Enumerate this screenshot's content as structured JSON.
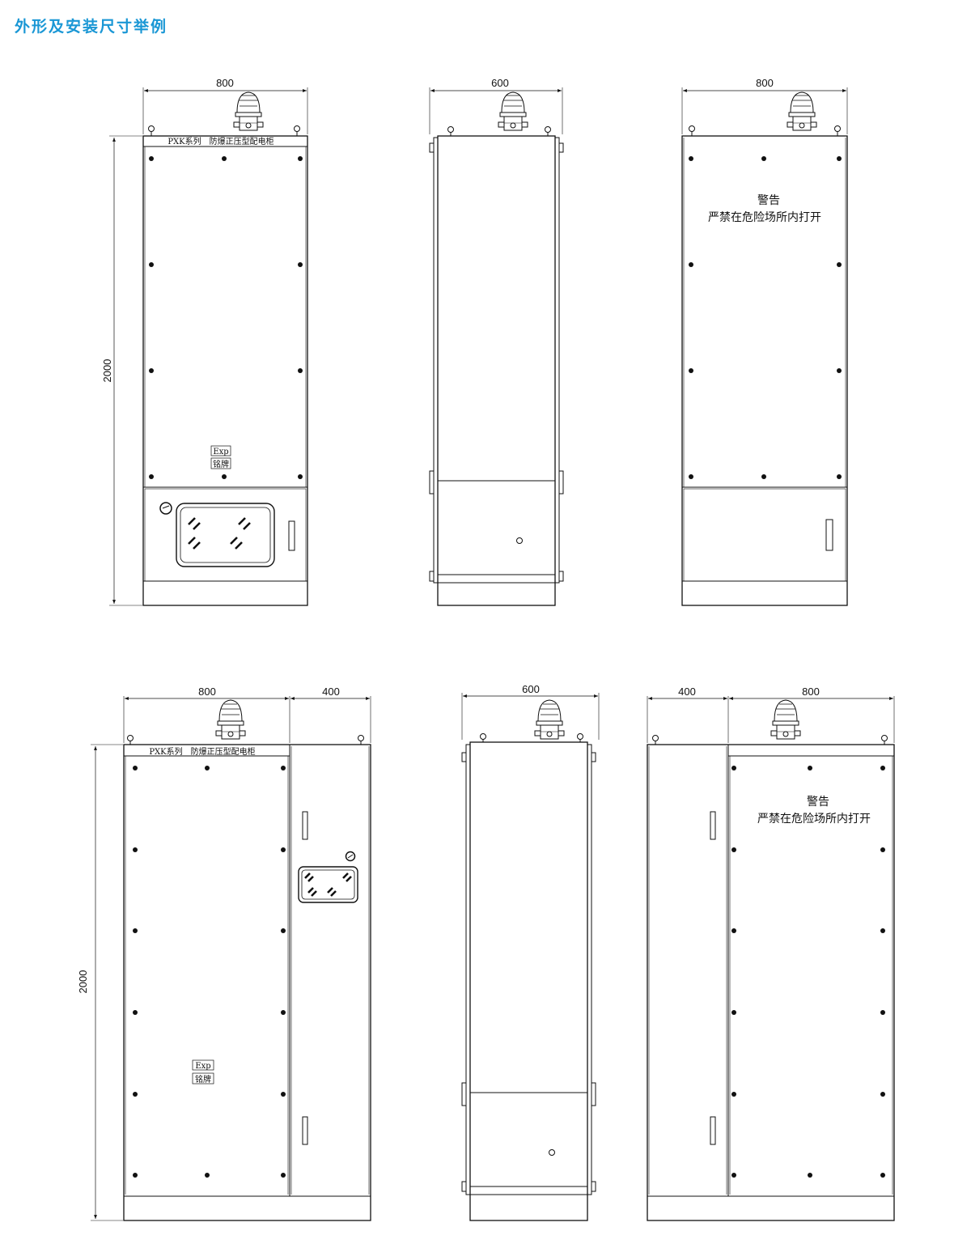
{
  "page": {
    "title": "外形及安装尺寸举例",
    "title_color": "#1a97d5",
    "line_color": "#111111"
  },
  "views": {
    "top_front": {
      "width_dim": "800",
      "height_dim": "2000",
      "series_label": "PXK系列　防爆正压型配电柜",
      "exp_label": "Exp",
      "nameplate_label": "铭牌"
    },
    "top_side": {
      "width_dim": "600"
    },
    "top_back": {
      "width_dim": "800",
      "warning_title": "警告",
      "warning_text": "严禁在危险场所内打开"
    },
    "bot_front": {
      "width_dim": "800",
      "aux_width_dim": "400",
      "height_dim": "2000",
      "series_label": "PXK系列　防爆正压型配电柜",
      "exp_label": "Exp",
      "nameplate_label": "铭牌"
    },
    "bot_side": {
      "width_dim": "600"
    },
    "bot_back": {
      "aux_width_dim": "400",
      "width_dim": "800",
      "warning_title": "警告",
      "warning_text": "严禁在危险场所内打开"
    }
  }
}
